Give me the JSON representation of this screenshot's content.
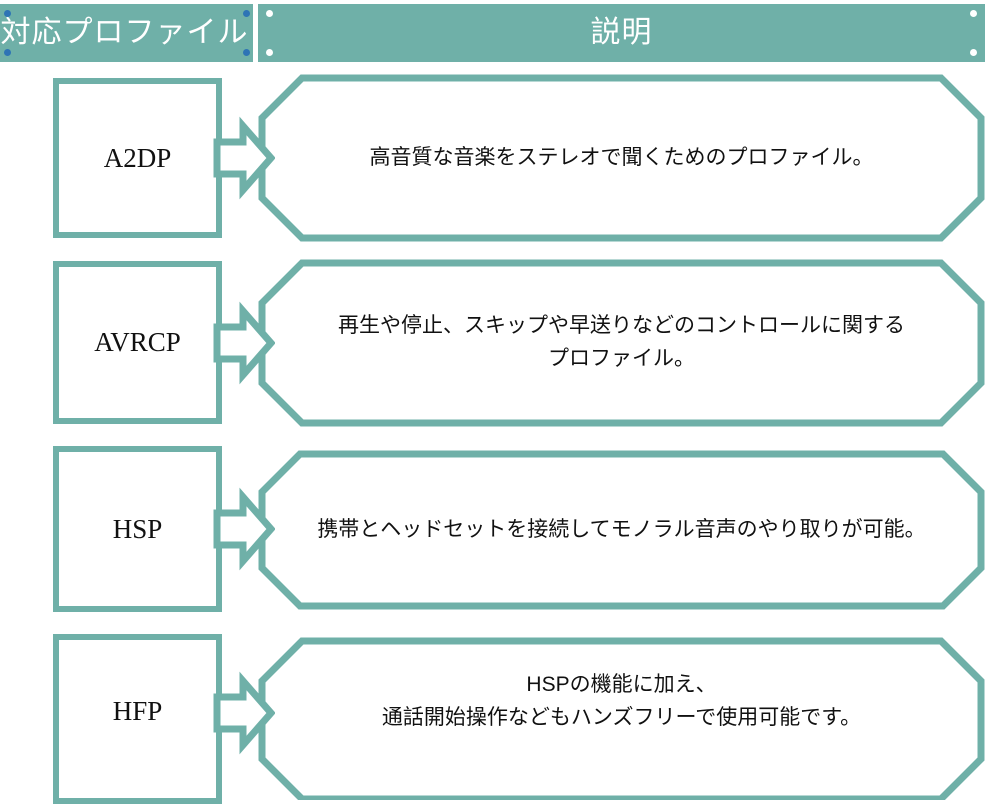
{
  "theme": {
    "accent": "#6FB0A8",
    "header_text_color": "#ffffff",
    "body_text_color": "#111111",
    "handle_selected_color": "#2E74B5",
    "handle_color": "#ffffff",
    "background": "#ffffff"
  },
  "header": {
    "profile_column_label": "対応プロファイル",
    "description_column_label": "説明"
  },
  "rows": [
    {
      "profile": "A2DP",
      "description_lines": [
        "高音質な音楽をステレオで聞くためのプロファイル。"
      ]
    },
    {
      "profile": "AVRCP",
      "description_lines": [
        "再生や停止、スキップや早送りなどのコントロールに関する",
        "プロファイル。"
      ]
    },
    {
      "profile": "HSP",
      "description_lines": [
        "携帯とヘッドセットを接続してモノラル音声のやり取りが可能。"
      ]
    },
    {
      "profile": "HFP",
      "description_lines": [
        "HSPの機能に加え、",
        "通話開始操作などもハンズフリーで使用可能です。"
      ]
    }
  ]
}
